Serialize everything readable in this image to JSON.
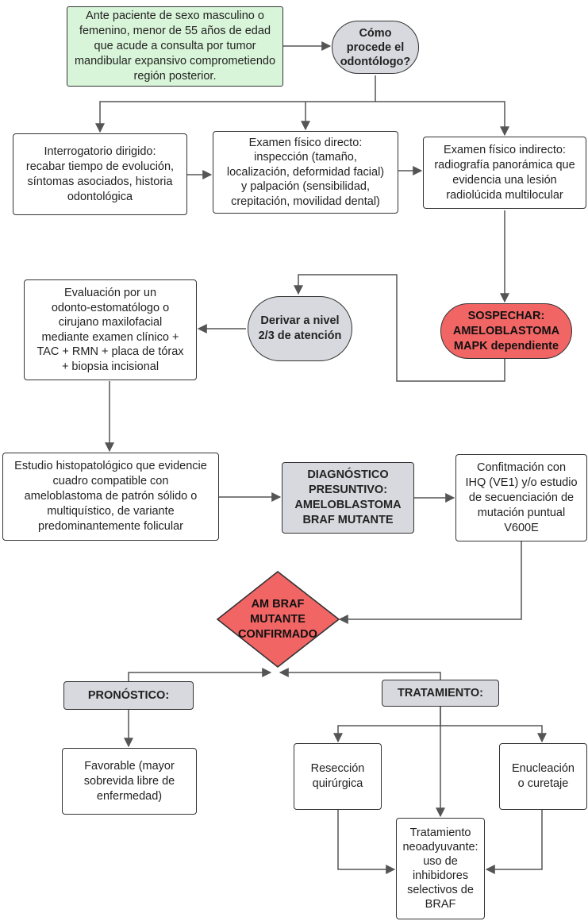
{
  "nodes": {
    "start": "Ante paciente de sexo masculino o\nfemenino, menor de 55 años de edad\nque acude a consulta por tumor\nmandibular expansivo comprometiendo\nregión posterior.",
    "question": "Cómo\nprocede el\nodontólogo?",
    "interrogatorio": "Interrogatorio dirigido:\nrecabar tiempo de evolución,\nsíntomas asociados, historia\nodontológica",
    "examen_directo": "Examen físico directo:\ninspección (tamaño,\nlocalización, deformidad facial)\ny palpación (sensibilidad,\ncrepitación, movilidad dental)",
    "examen_indirecto": "Examen físico indirecto:\nradiografía panorámica que\nevidencia una lesión\nradiolúcida multilocular",
    "sospechar": "SOSPECHAR:\nAMELOBLASTOMA\nMAPK dependiente",
    "derivar": "Derivar a nivel\n2/3 de atención",
    "evaluacion": "Evaluación por un\nodonto-estomatólogo o\ncirujano maxilofacial\nmediante examen clínico +\nTAC + RMN + placa de tórax\n+ biopsia incisional",
    "estudio": "Estudio histopatológico que evidencie\ncuadro compatible con\nameloblastoma de patrón sólido o\nmultiquístico, de variante\npredominantemente folicular",
    "diagnostico": "DIAGNÓSTICO\nPRESUNTIVO:\nAMELOBLASTOMA\nBRAF MUTANTE",
    "confirmacion": "Confitmación con\nIHQ (VE1) y/o estudio\nde secuenciación de\nmutación puntual\nV600E",
    "confirmado": "AM BRAF\nMUTANTE\nCONFIRMADO",
    "pronostico": "PRONÓSTICO:",
    "tratamiento": "TRATAMIENTO:",
    "favorable": "Favorable (mayor\nsobrevida libre de\nenfermedad)",
    "reseccion": "Resección\nquirúrgica",
    "enucleacion": "Enucleación\no curetaje",
    "neoadyuvante": "Tratamiento\nneoadyuvante:\nuso de\ninhibidores\nselectivos de\nBRAF"
  },
  "colors": {
    "start_fill": "#d9f5d9",
    "gray_fill": "#d7d9de",
    "red_fill": "#f26565",
    "stroke": "#333333"
  }
}
